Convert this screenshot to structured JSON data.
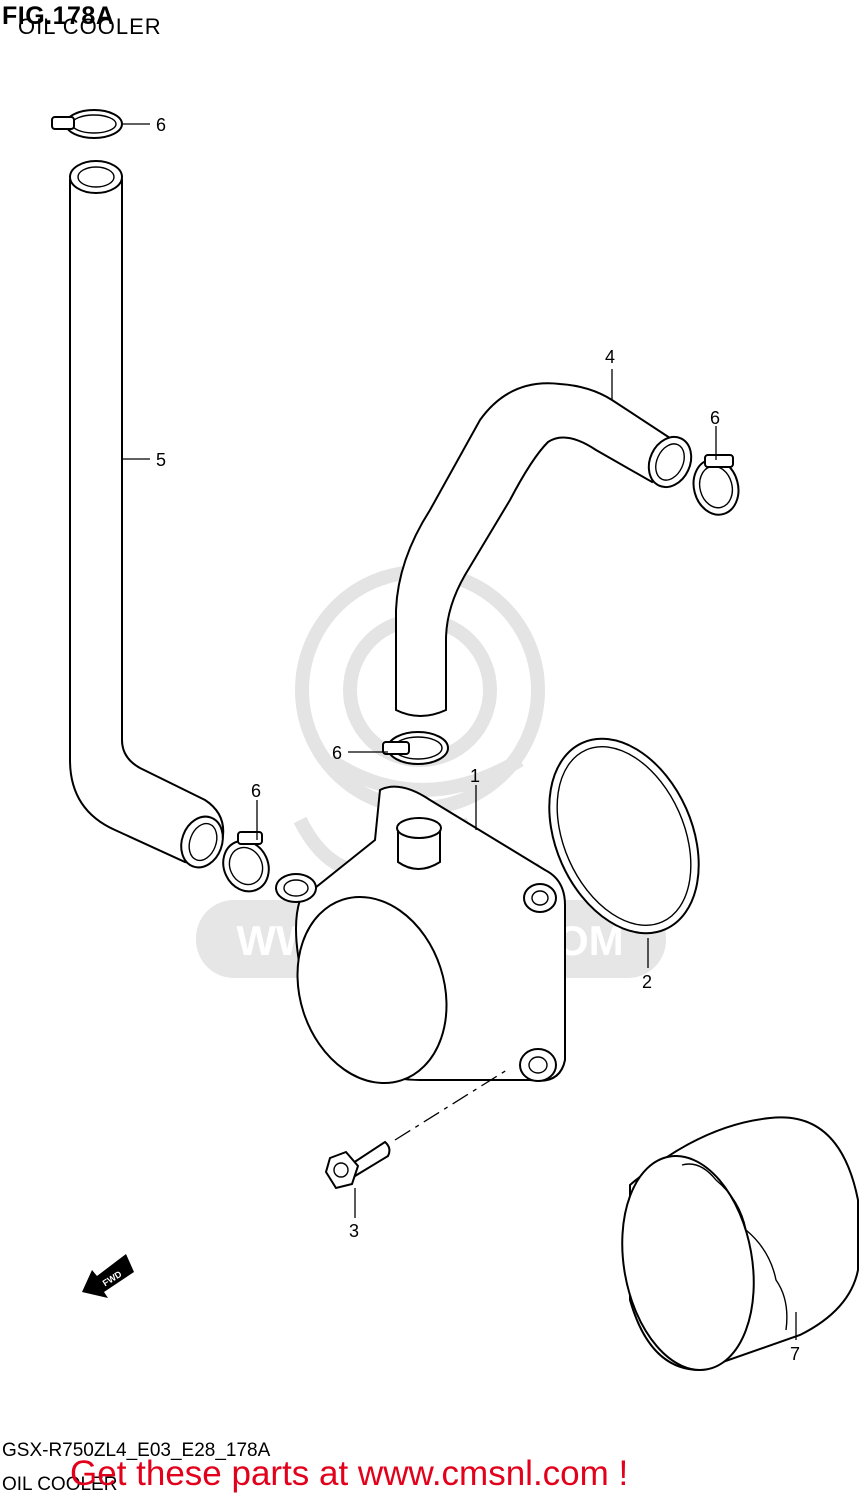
{
  "header": {
    "figure": "FIG.178A",
    "subtitle": "OIL COOLER"
  },
  "callouts": {
    "c1": "1",
    "c2": "2",
    "c3": "3",
    "c4": "4",
    "c5": "5",
    "c6a": "6",
    "c6b": "6",
    "c6c": "6",
    "c6d": "6",
    "c7": "7"
  },
  "watermark": {
    "url": "WWW.CMSNL.COM",
    "logo": "CMS"
  },
  "fwd_label": "FWD",
  "footer": {
    "model_code": "GSX-R750ZL4_E03_E28_178A",
    "subtitle": "OIL COOLER",
    "promo": "Get these parts at www.cmsnl.com !"
  },
  "colors": {
    "promo": "#e3001b",
    "watermark": "#e4e4e4"
  }
}
